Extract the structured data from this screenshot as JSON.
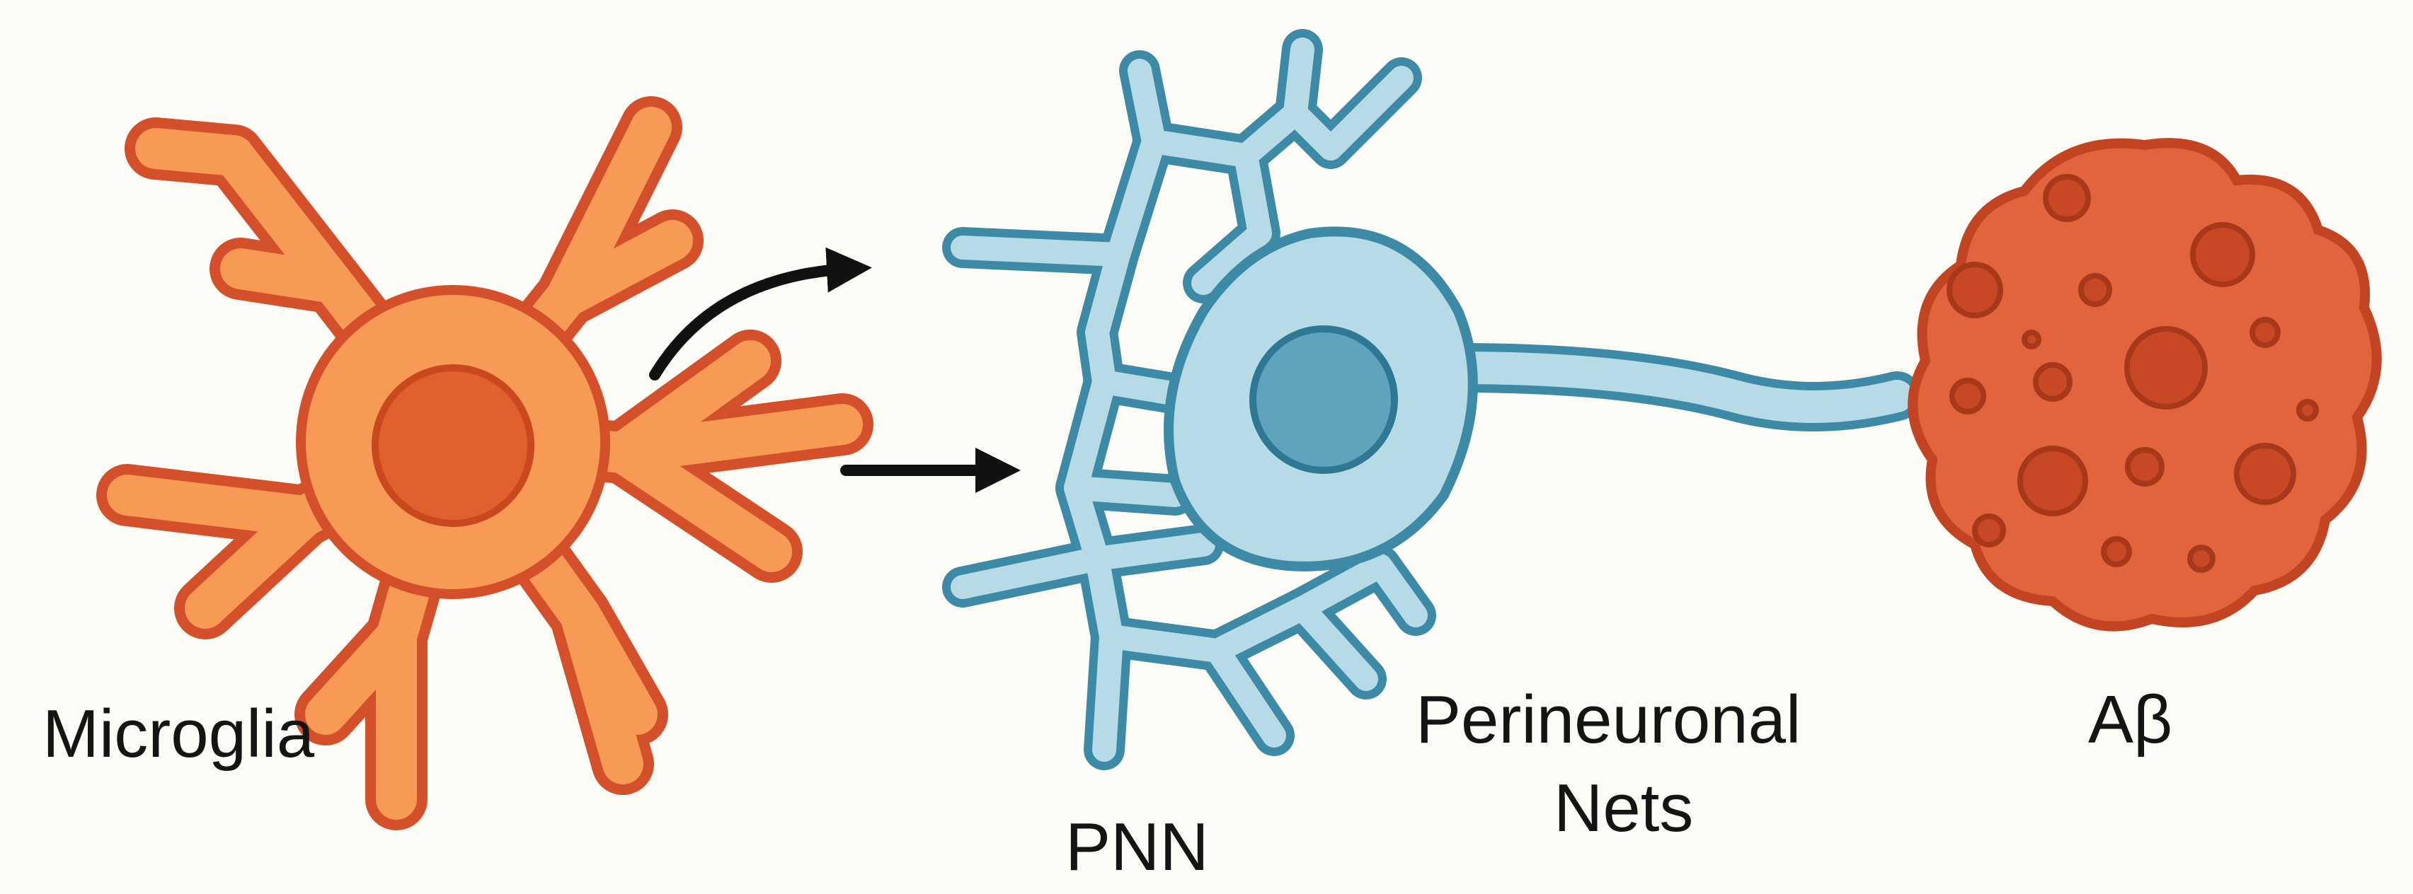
{
  "labels": {
    "microglia": "Microglia",
    "pnn": "PNN",
    "perineuronal_line1": "Perineuronal",
    "perineuronal_line2": "Nets",
    "abeta": "Aβ"
  },
  "colors": {
    "background": "#fdfbf6",
    "microglia_body": "#f79a56",
    "microglia_outline": "#d4502a",
    "microglia_nucleus": "#e0612f",
    "neuron_body": "#b7dbe6",
    "neuron_outline": "#3d8aa6",
    "neuron_nucleus": "#5fa3bc",
    "plaque_body": "#e2643c",
    "plaque_outline": "#c34422",
    "plaque_spots": "#c84826",
    "arrow": "#111111"
  },
  "icons": {
    "microglia": "microglia-cell-icon",
    "neuron": "neuron-with-perineuronal-net-icon",
    "plaque": "amyloid-beta-plaque-icon",
    "arrows": [
      "curved-arrow-icon",
      "straight-arrow-icon"
    ]
  }
}
